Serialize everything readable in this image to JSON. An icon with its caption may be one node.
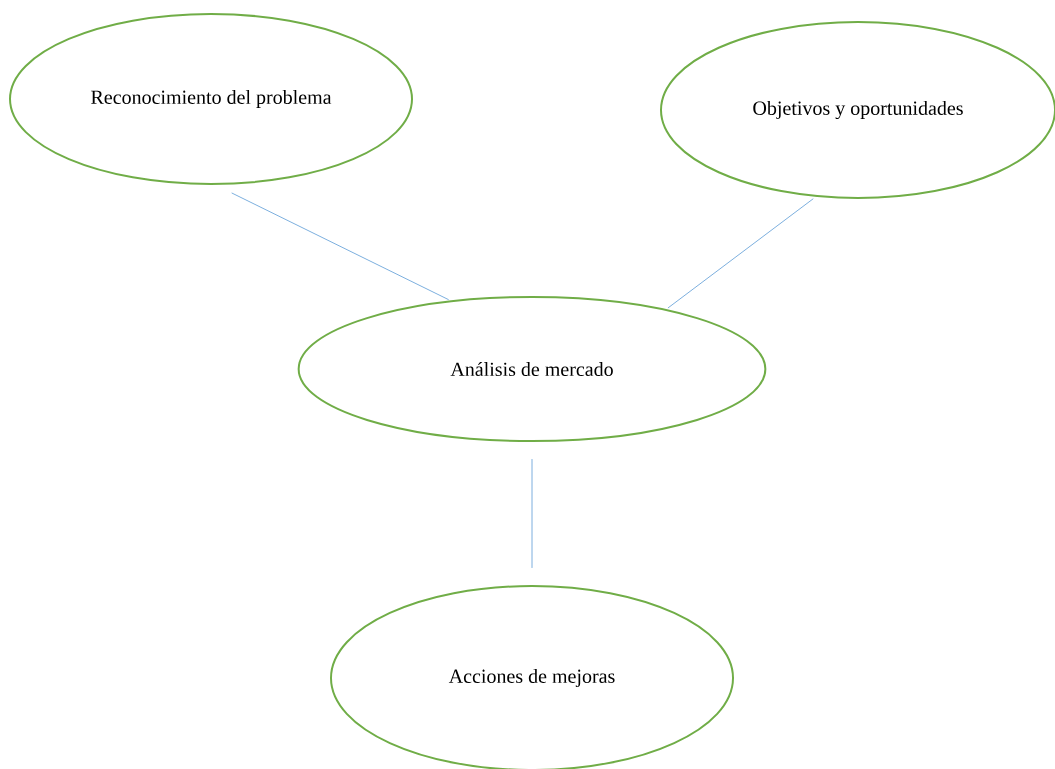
{
  "diagram": {
    "nodes": [
      {
        "text": [
          "Reconocimiento del problema"
        ]
      },
      {
        "text": [
          "Objetivos y oportunidades"
        ]
      },
      {
        "text": [
          "Análisis de mercado"
        ]
      },
      {
        "text": [
          "Acciones de mejoras"
        ]
      }
    ],
    "edges": [
      {
        "from": 0,
        "to": 2,
        "arrow": "none"
      },
      {
        "from": 1,
        "to": 2,
        "arrow": "none"
      },
      {
        "from": 2,
        "to": 3,
        "arrow": "none"
      }
    ]
  }
}
